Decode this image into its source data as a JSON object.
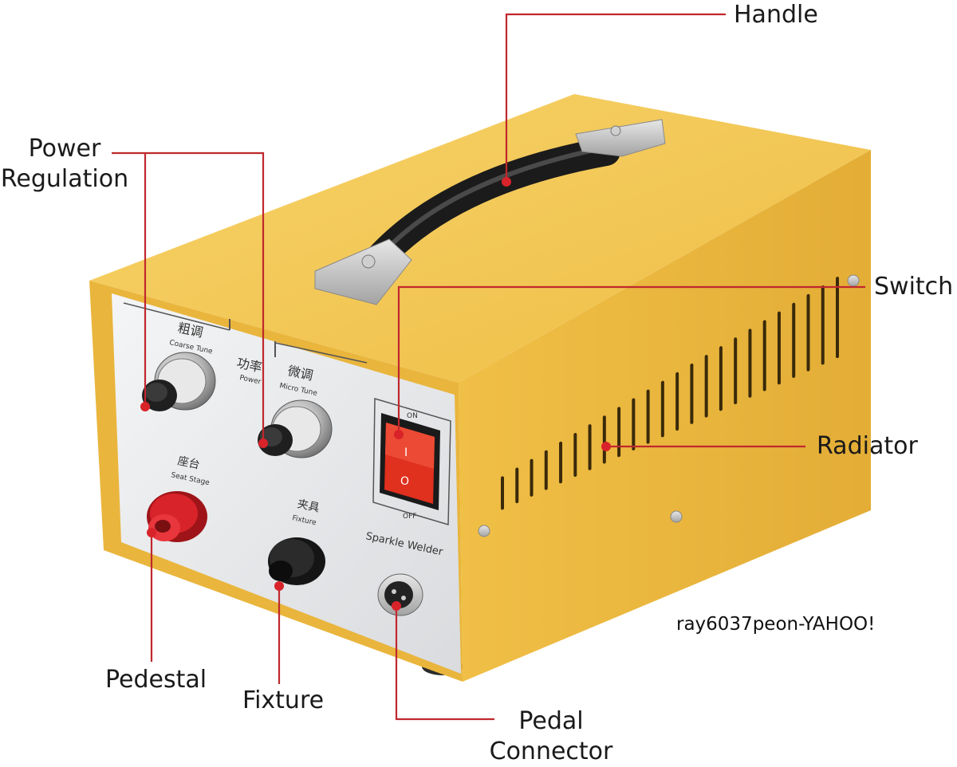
{
  "callouts": {
    "handle": "Handle",
    "power_regulation": [
      "Power",
      "Regulation"
    ],
    "switch": "Switch",
    "radiator": "Radiator",
    "pedestal": "Pedestal",
    "fixture": "Fixture",
    "pedal_connector": [
      "Pedal",
      "Connector"
    ]
  },
  "panel": {
    "coarse_cn": "粗调",
    "coarse_en": "Coarse Tune",
    "power_cn": "功率",
    "power_en": "Power",
    "micro_cn": "微调",
    "micro_en": "Micro Tune",
    "seat_cn": "座台",
    "seat_en": "Seat Stage",
    "fixture_cn": "夹具",
    "fixture_en": "Fixture",
    "brand": "Sparkle Welder",
    "switch_on": "ON",
    "switch_off": "OFF",
    "switch_i": "I",
    "switch_o": "O"
  },
  "watermark": "ray6037peon-YAHOO!",
  "colors": {
    "body_yellow": "#f2c24a",
    "body_yellow_dark": "#d9a633",
    "panel_silver": "#e9eaec",
    "callout_line": "#c0282d",
    "switch_red": "#e0301e",
    "terminal_red": "#d8232a"
  }
}
